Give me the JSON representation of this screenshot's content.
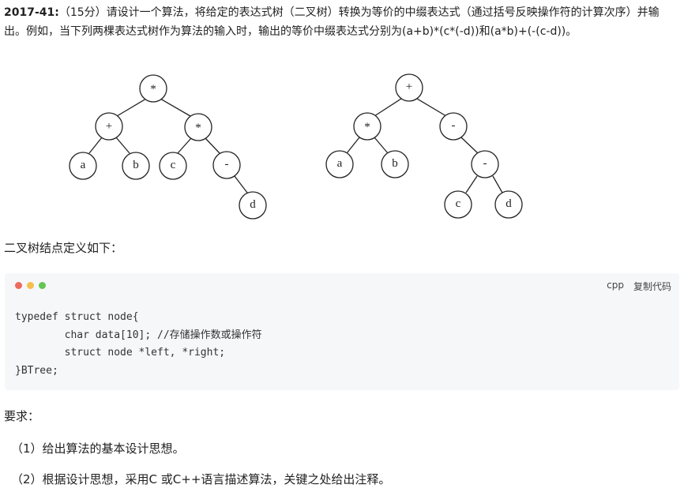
{
  "problem": {
    "label": "2017-41:",
    "text": "（15分）请设计一个算法，将给定的表达式树（二叉树）转换为等价的中缀表达式（通过括号反映操作符的计算次序）并输出。例如，当下列两棵表达式树作为算法的输入时，输出的等价中缀表达式分别为(a+b)*(c*(-d))和(a*b)+(-(c-d))。"
  },
  "tree1": {
    "root": "*",
    "left": "+",
    "right": "*",
    "left_left": "a",
    "left_right": "b",
    "right_left": "c",
    "right_right": "-",
    "right_right_right": "d"
  },
  "tree2": {
    "root": "+",
    "left": "*",
    "right": "-",
    "left_left": "a",
    "left_right": "b",
    "right_right": "-",
    "right_right_left": "c",
    "right_right_right": "d"
  },
  "definition": {
    "title": "二叉树结点定义如下："
  },
  "code_block": {
    "language": "cpp",
    "copy_label": "复制代码",
    "dot_colors": [
      "#ed6a5e",
      "#f5bf4f",
      "#62c554"
    ],
    "lines": [
      "typedef struct node{",
      "        char data[10]; //存储操作数或操作符",
      "        struct node *left, *right;",
      "}BTree;"
    ]
  },
  "requirements": {
    "title": "要求：",
    "items": [
      "（1）给出算法的基本设计思想。",
      "（2）根据设计思想，采用C 或C++语言描述算法，关键之处给出注释。"
    ]
  }
}
